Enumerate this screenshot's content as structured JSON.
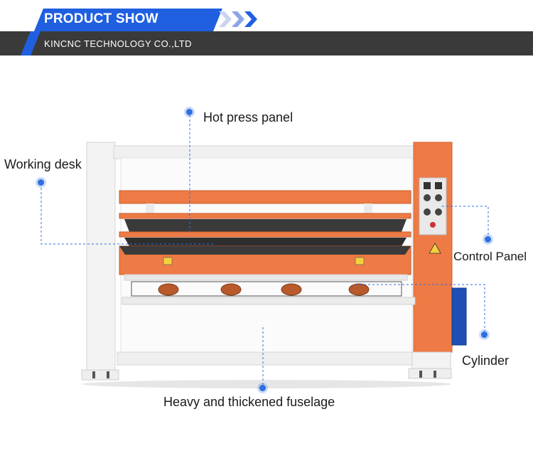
{
  "header": {
    "title": "PRODUCT SHOW",
    "subtitle": "KINCNC TECHNOLOGY CO.,LTD",
    "accent_color": "#1f5fe0",
    "bar_color": "#3a3a3a",
    "arrow_icon": "triple-chevron-right-icon"
  },
  "labels": {
    "hot_press_panel": "Hot press panel",
    "working_desk": "Working desk",
    "control_panel": "Control Panel",
    "cylinder": "Cylinder",
    "fuselage": "Heavy and thickened fuselage"
  },
  "colors": {
    "machine_orange": "#ee7a45",
    "frame_white": "#f2f2f2",
    "callout_blue": "#2f6fe0"
  }
}
